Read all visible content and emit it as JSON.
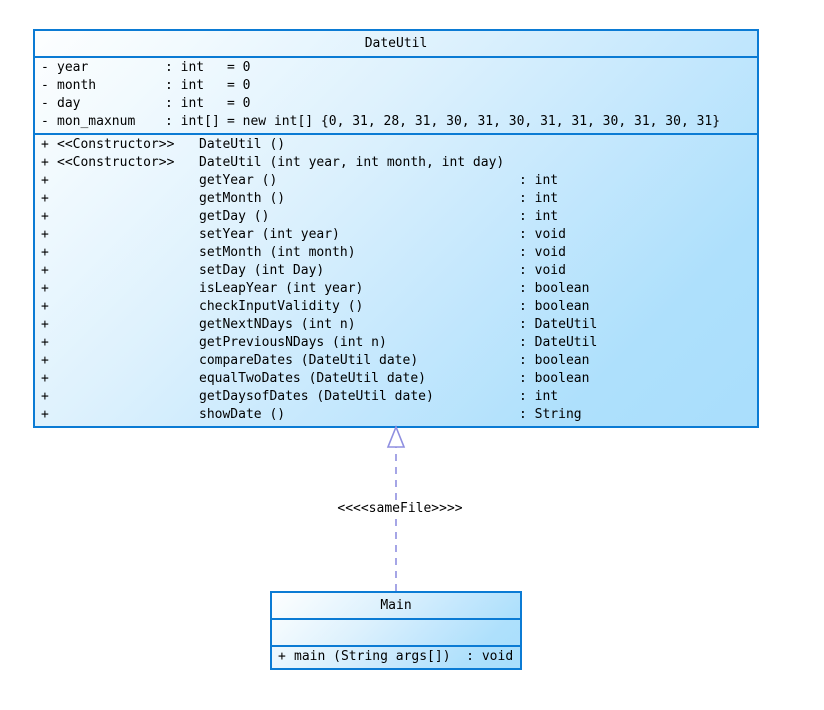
{
  "diagram": {
    "type": "uml-class-diagram",
    "classes": [
      {
        "name": "DateUtil",
        "attributes": [
          {
            "visibility": "-",
            "name": "year",
            "type": "int",
            "value": "= 0"
          },
          {
            "visibility": "-",
            "name": "month",
            "type": "int",
            "value": "= 0"
          },
          {
            "visibility": "-",
            "name": "day",
            "type": "int",
            "value": "= 0"
          },
          {
            "visibility": "-",
            "name": "mon_maxnum",
            "type": "int[]",
            "value": "= new int[] {0, 31, 28, 31, 30, 31, 30, 31, 31, 30, 31, 30, 31}"
          }
        ],
        "methods": [
          {
            "visibility": "+",
            "stereotype": "<<Constructor>>",
            "signature": "DateUtil ()",
            "returns": ""
          },
          {
            "visibility": "+",
            "stereotype": "<<Constructor>>",
            "signature": "DateUtil (int year, int month, int day)",
            "returns": ""
          },
          {
            "visibility": "+",
            "stereotype": "",
            "signature": "getYear ()",
            "returns": ": int"
          },
          {
            "visibility": "+",
            "stereotype": "",
            "signature": "getMonth ()",
            "returns": ": int"
          },
          {
            "visibility": "+",
            "stereotype": "",
            "signature": "getDay ()",
            "returns": ": int"
          },
          {
            "visibility": "+",
            "stereotype": "",
            "signature": "setYear (int year)",
            "returns": ": void"
          },
          {
            "visibility": "+",
            "stereotype": "",
            "signature": "setMonth (int month)",
            "returns": ": void"
          },
          {
            "visibility": "+",
            "stereotype": "",
            "signature": "setDay (int Day)",
            "returns": ": void"
          },
          {
            "visibility": "+",
            "stereotype": "",
            "signature": "isLeapYear (int year)",
            "returns": ": boolean"
          },
          {
            "visibility": "+",
            "stereotype": "",
            "signature": "checkInputValidity ()",
            "returns": ": boolean"
          },
          {
            "visibility": "+",
            "stereotype": "",
            "signature": "getNextNDays (int n)",
            "returns": ": DateUtil"
          },
          {
            "visibility": "+",
            "stereotype": "",
            "signature": "getPreviousNDays (int n)",
            "returns": ": DateUtil"
          },
          {
            "visibility": "+",
            "stereotype": "",
            "signature": "compareDates (DateUtil date)",
            "returns": ": boolean"
          },
          {
            "visibility": "+",
            "stereotype": "",
            "signature": "equalTwoDates (DateUtil date)",
            "returns": ": boolean"
          },
          {
            "visibility": "+",
            "stereotype": "",
            "signature": "getDaysofDates (DateUtil date)",
            "returns": ": int"
          },
          {
            "visibility": "+",
            "stereotype": "",
            "signature": "showDate ()",
            "returns": ": String"
          }
        ]
      },
      {
        "name": "Main",
        "attributes": [],
        "methods": [
          {
            "visibility": "+",
            "stereotype": "",
            "signature": "main (String args[])  : void",
            "returns": ""
          }
        ]
      }
    ],
    "relationship": {
      "label": "<<<<sameFile>>>>",
      "style": "dashed",
      "arrowhead": "open-triangle",
      "from": "Main",
      "to": "DateUtil"
    },
    "colors": {
      "border": "#0b7bd4",
      "fill_start": "#fdfeff",
      "fill_end": "#a9defc",
      "connector": "#8f8fe0",
      "text": "#000000"
    }
  }
}
